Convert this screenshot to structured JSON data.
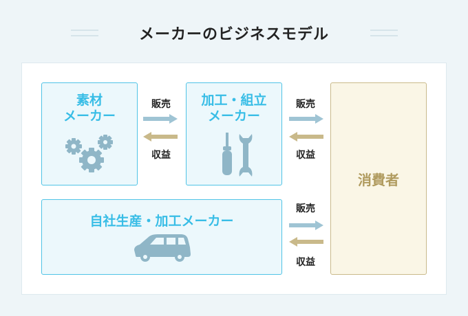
{
  "title": "メーカーのビジネスモデル",
  "nodes": {
    "material_maker": {
      "line1": "素材",
      "line2": "メーカー"
    },
    "assembly_maker": {
      "line1": "加工・組立",
      "line2": "メーカー"
    },
    "own_maker": {
      "label": "自社生産・加工メーカー"
    },
    "consumer": {
      "label": "消費者"
    }
  },
  "flows": [
    {
      "sale": "販売",
      "revenue": "収益"
    },
    {
      "sale": "販売",
      "revenue": "収益"
    },
    {
      "sale": "販売",
      "revenue": "収益"
    }
  ],
  "colors": {
    "box_border": "#4fc3e6",
    "box_fill": "#ecf8fc",
    "label_blue": "#38bde6",
    "sale_arrow": "#9fc4d4",
    "revenue_arrow": "#c9b98a",
    "consumer_fill": "#faf6e6",
    "icon": "#8fb6c7"
  },
  "icons": [
    "gears-icon",
    "screwdriver-icon",
    "wrench-icon",
    "car-icon"
  ]
}
